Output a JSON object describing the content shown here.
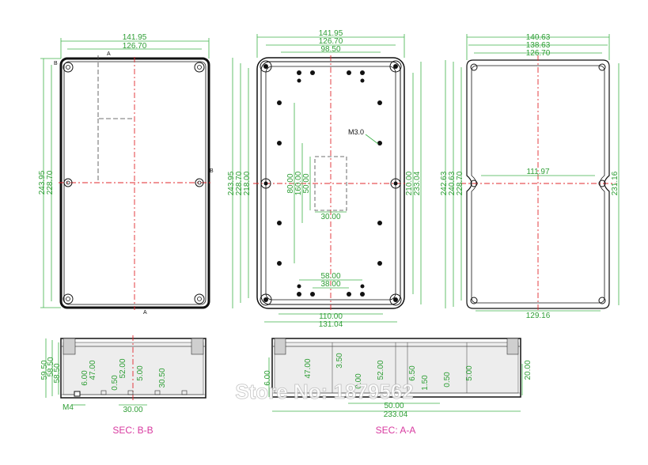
{
  "top_views": {
    "left": {
      "width_dims": [
        "141.95",
        "126.70"
      ],
      "height_dims": [
        "243.95",
        "228.70"
      ],
      "section_marks": [
        "A",
        "B",
        "B",
        "A"
      ]
    },
    "middle": {
      "width_dims": [
        "141.95",
        "126.70",
        "98.50"
      ],
      "height_dims_left": [
        "243.95",
        "228.70",
        "218.00"
      ],
      "inner_dims": [
        "80.00",
        "160.00",
        "50.00"
      ],
      "hole_label": "M3.0",
      "horizontal_dims": [
        "30.00",
        "58.00",
        "38.00"
      ],
      "bottom_dims": [
        "110.00",
        "131.04"
      ],
      "height_dims_right": [
        "210.00",
        "233.04"
      ]
    },
    "right": {
      "width_dims": [
        "140.63",
        "138.63",
        "126.70"
      ],
      "height_dims_left": [
        "242.63",
        "240.63",
        "228.70"
      ],
      "center_dim": "111.97",
      "bottom_dim": "129.16",
      "height_dim_right": "231.16"
    }
  },
  "section_bb": {
    "label": "SEC: B-B",
    "vertical_dims": [
      "59.50",
      "58.50",
      "58.50",
      "47.00",
      "6.00",
      "52.00",
      "0.50",
      "5.00",
      "30.50"
    ],
    "bottom_dim": "30.00",
    "screw_label": "M4"
  },
  "section_aa": {
    "label": "SEC: A-A",
    "vertical_dims": [
      "6.00",
      "47.00",
      "3.50",
      "52.00",
      "6.50",
      "0.50",
      "5.00",
      "20.00"
    ],
    "vertical_dims_faint": [
      "0.00",
      "1.50"
    ],
    "bottom_dims": [
      "50.00",
      "233.04"
    ]
  },
  "watermark": "Store No: 1879562"
}
